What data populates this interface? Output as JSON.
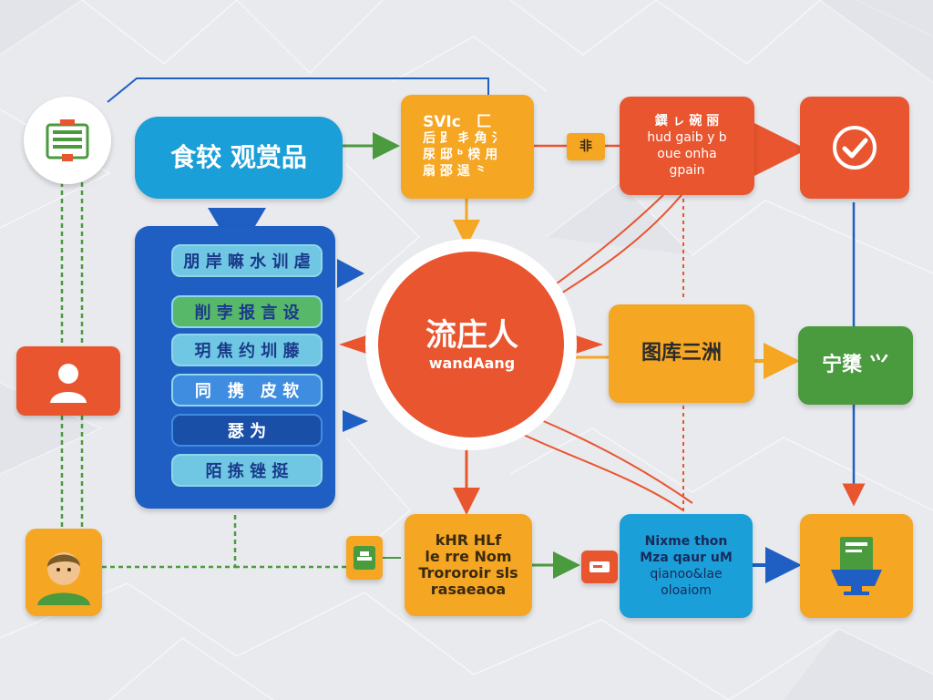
{
  "colors": {
    "blue": "#1f5fc4",
    "cyan": "#1a9fd8",
    "orange": "#f5a623",
    "red": "#e8552f",
    "green": "#4a9a3e",
    "bg": "#e9eaee"
  },
  "icons": {
    "top_left": "document-list-icon",
    "mid_left": "user-silhouette-icon",
    "bottom_left": "person-avatar-icon",
    "small_bottom": "image-card-icon",
    "small_mid": "tag-icon",
    "top_right": "checkmark-circle-icon",
    "bottom_right": "computer-monitor-icon"
  },
  "nodes": {
    "title_pill": "食较 观赏品",
    "top_orange": [
      "SVIc　匚",
      "后 ⻊ 丯 ⾓ 氵",
      "尿 邸 ᵇ 楑 用",
      "扇 邵 逞 ⺀"
    ],
    "top_small_tag": "非",
    "top_red": [
      "鐉 ㇾ 碗 丽",
      "hud gaib y b",
      "oue onha",
      "gpain"
    ],
    "center_circle": {
      "title": "流庄人",
      "subtitle": "wandAang"
    },
    "mid_orange": "图库三洲",
    "mid_green": "宁橥 ⺍",
    "bottom_orange": [
      "kHR HLf",
      "le rre Nom",
      "Trororoir sls",
      "rasaeaoa"
    ],
    "bottom_cyan": [
      "Nixme thon",
      "Mza qaur uM",
      "qianoo&lae",
      "oloaiom"
    ]
  },
  "panel": {
    "items": [
      "朋 岸 嘛 水 训 虐",
      "削 孛 报 言 设",
      "玥 焦 约 圳 藤",
      "同　携　皮 软",
      "瑟 为",
      "陌 拣 锉 挺"
    ]
  }
}
